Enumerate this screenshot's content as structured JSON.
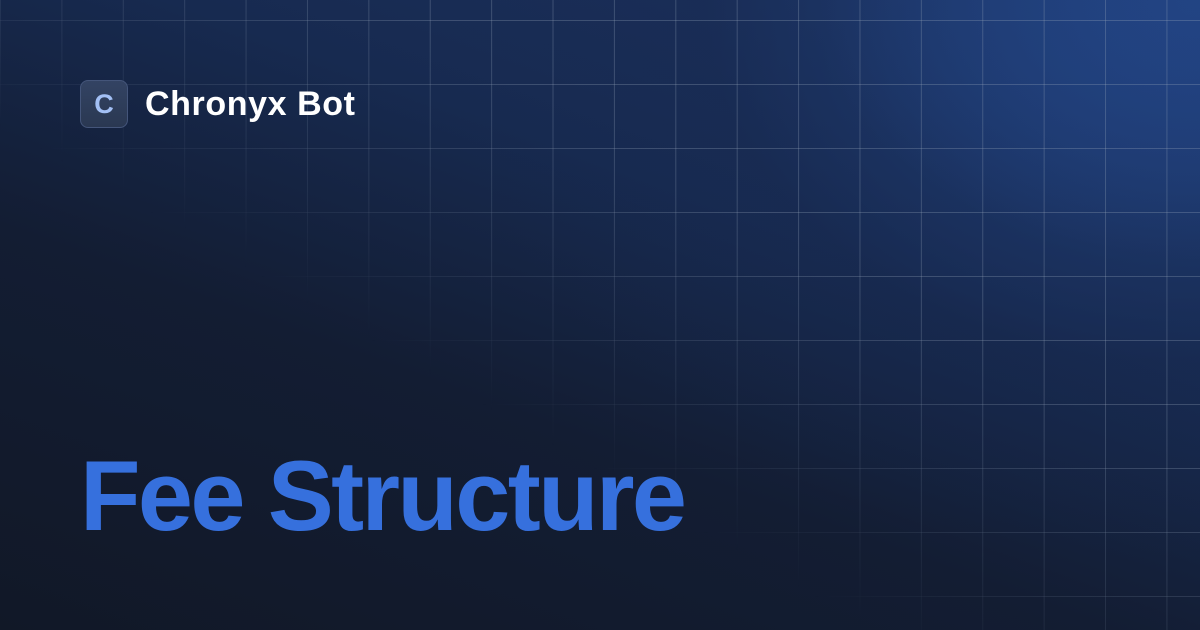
{
  "brand": {
    "logo_letter": "C",
    "name": "Chronyx Bot",
    "logo_icon": "letter-c-badge"
  },
  "title": "Fee Structure",
  "colors": {
    "background_dark": "#111827",
    "background_glow": "#1f3e7a",
    "title": "#3670dd",
    "brand_text": "#ffffff",
    "logo_letter": "#a3c0f5",
    "logo_fill": "#2e3c57",
    "grid_line": "rgba(148,163,184,0.32)"
  }
}
